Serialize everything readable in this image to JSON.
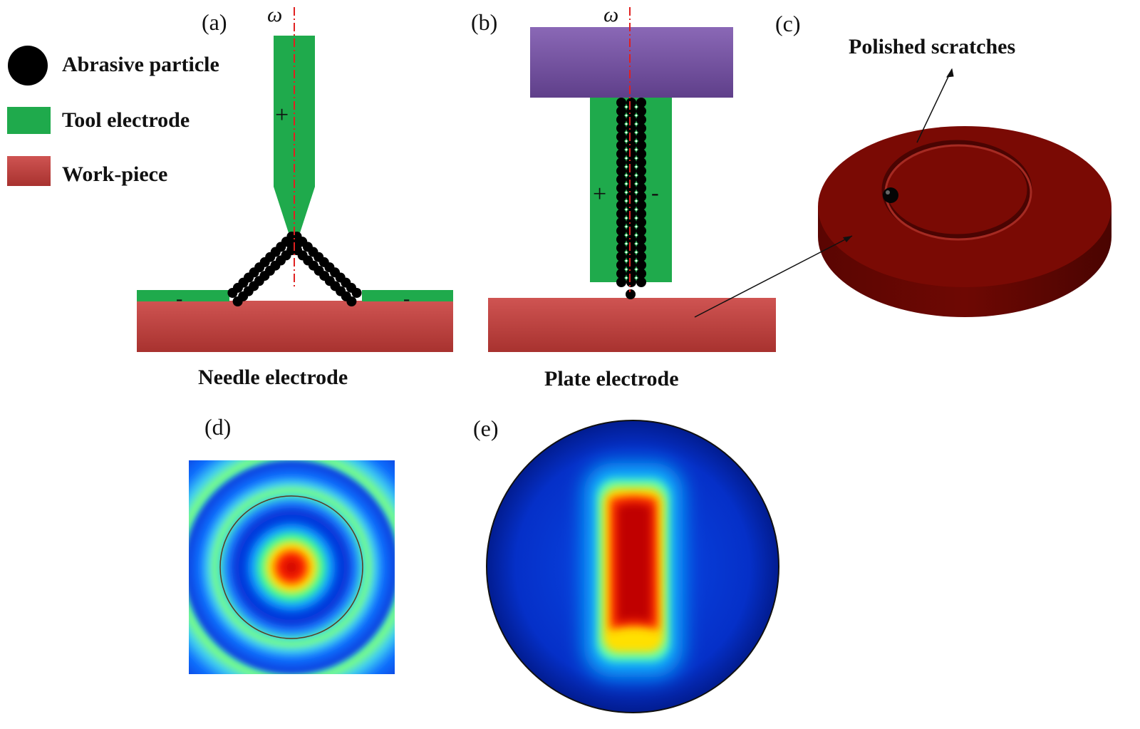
{
  "legend": {
    "abrasive_particle": "Abrasive particle",
    "tool_electrode": "Tool electrode",
    "work_piece": "Work-piece"
  },
  "panels": {
    "a": {
      "label": "(a)",
      "omega": "ω",
      "plus": "+",
      "minus_left": "-",
      "minus_right": "-",
      "caption": "Needle electrode"
    },
    "b": {
      "label": "(b)",
      "omega": "ω",
      "plus": "+",
      "minus": "-",
      "caption": "Plate electrode"
    },
    "c": {
      "label": "(c)",
      "annotation": "Polished scratches"
    },
    "d": {
      "label": "(d)"
    },
    "e": {
      "label": "(e)"
    }
  },
  "colors": {
    "abrasive": "#000000",
    "tool_electrode": "#1faa4c",
    "work_piece": "#c24a48",
    "holder": "#7c5aa5",
    "disk": "#7a0a04",
    "axis": "#e02020"
  }
}
